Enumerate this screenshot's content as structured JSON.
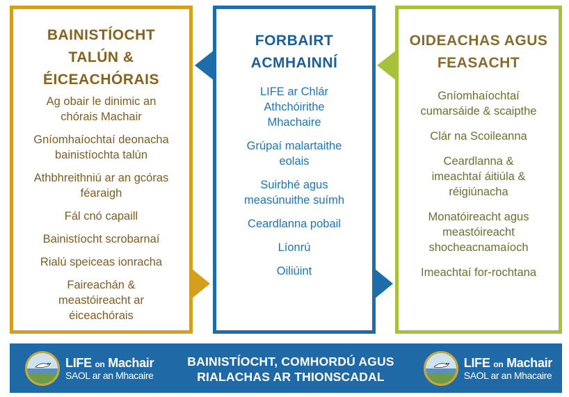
{
  "columns": {
    "left": {
      "title": "BAINISTÍOCHT\nTALÚN &\nÉICEACHÓRAIS",
      "items": [
        "Ag obair le dinimic an\nchórais Machair",
        "Gníomhaíochtaí deonacha\nbainistíochta talún",
        "Athbhreithniú ar an gcóras\nféaraigh",
        "Fál cnó capaill",
        "Bainistíocht scrobarnaí",
        "Rialú speiceas ionracha",
        "Faireachán &\nmeastóireacht ar\néiceachórais"
      ]
    },
    "center": {
      "title": "FORBAIRT\nACMHAINNÍ",
      "items": [
        "LIFE ar Chlár\nAthchóirithe\nMhachaire",
        "Grúpaí malartaithe\neolais",
        "Suirbhé agus\nmeasúnuithe suímh",
        "Ceardlanna pobail",
        "Líonrú",
        "Oiliúint"
      ]
    },
    "right": {
      "title": "OIDEACHAS AGUS\nFEASACHT",
      "items": [
        "Gníomhaíochtaí\ncumarsáide & scaipthe",
        "Clár na Scoileanna",
        "Ceardlanna &\nimeachtaí áitiúla &\nréigiúnacha",
        "Monatóireacht agus\nmeastóireacht\nshocheacnamaíoch",
        "Imeachtaí for-rochtana"
      ]
    }
  },
  "banner": {
    "title": "BAINISTÍOCHT, COMHORDÚ AGUS\nRIALACHAS AR THIONSCADAL",
    "logo_name_main": "LIFE",
    "logo_name_on": "on",
    "logo_name_rest": "Machair",
    "logo_sub": "SAOL ar an Mhacaire"
  },
  "colors": {
    "left_border": "#d49f1c",
    "center_border": "#1c6eaa",
    "right_border": "#a6c23c",
    "banner_bg": "#1f6aa6"
  }
}
